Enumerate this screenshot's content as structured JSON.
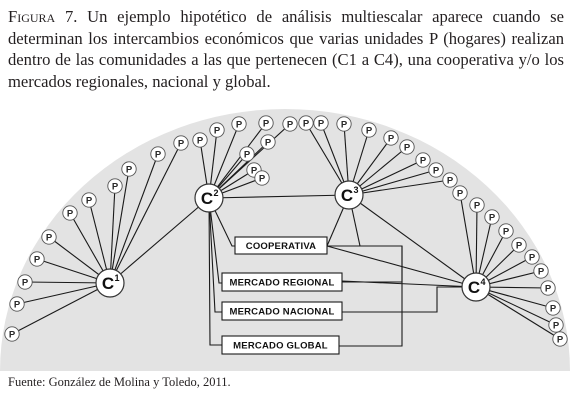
{
  "caption": {
    "figure_label": "Figura 7.",
    "text": " Un ejemplo hipotético de análisis multiescalar aparece cuando se determinan los intercambios económicos que varias unidades P (hogares) realizan dentro de las comunidades a las que pertenecen (C1 a C4), una cooperativa y/o los mercados regionales, nacional y global."
  },
  "diagram": {
    "household_label": "P",
    "community_letter": "C",
    "communities": [
      {
        "id": "1",
        "households": 11
      },
      {
        "id": "2",
        "households": 9
      },
      {
        "id": "3",
        "households": 9
      },
      {
        "id": "4",
        "households": 11
      }
    ],
    "boxes": {
      "cooperativa": "COOPERATIVA",
      "regional": "MERCADO REGIONAL",
      "nacional": "MERCADO NACIONAL",
      "global": "MERCADO GLOBAL"
    },
    "colors": {
      "background_fill": "#e3e3e3",
      "line": "#1a1a1a",
      "node_fill": "#ffffff",
      "box_fill": "#ffffff"
    }
  },
  "source": "Fuente: González de Molina y Toledo, 2011."
}
